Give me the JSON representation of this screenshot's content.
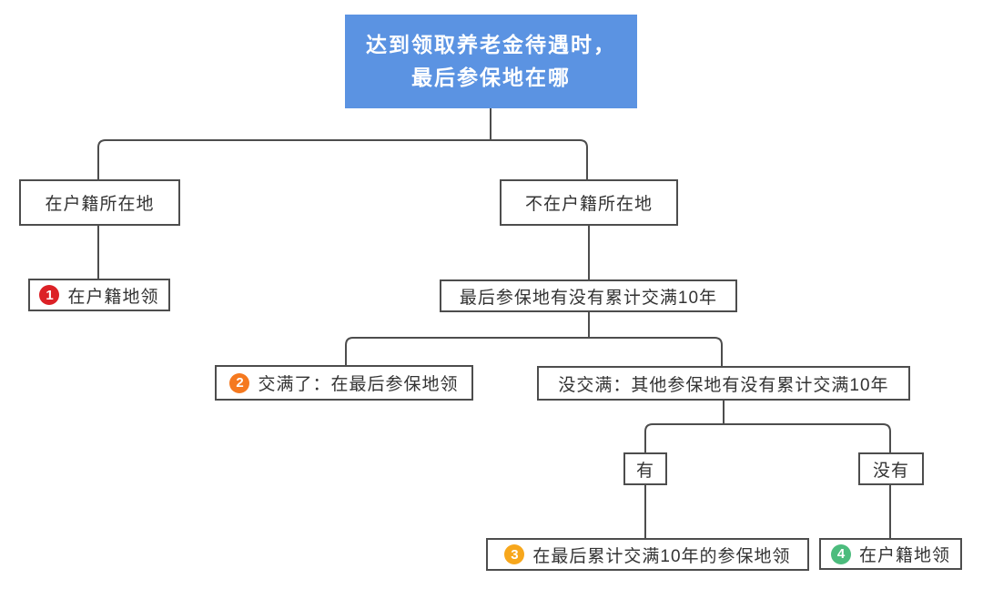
{
  "title": {
    "line1": "达到领取养老金待遇时，",
    "line2": "最后参保地在哪"
  },
  "nodes": {
    "at_hukou": {
      "label": "在户籍所在地"
    },
    "not_at_hukou": {
      "label": "不在户籍所在地"
    },
    "last_place_10y": {
      "label": "最后参保地有没有累计交满10年"
    },
    "other_place_10y": {
      "label": "没交满：其他参保地有没有累计交满10年"
    },
    "has": {
      "label": "有"
    },
    "has_not": {
      "label": "没有"
    },
    "result1": {
      "num": "1",
      "label": "在户籍地领",
      "badge_color": "#dc2126"
    },
    "result2": {
      "num": "2",
      "label": "交满了：在最后参保地领",
      "badge_color": "#f5791f"
    },
    "result3": {
      "num": "3",
      "label": "在最后累计交满10年的参保地领",
      "badge_color": "#f7a71c"
    },
    "result4": {
      "num": "4",
      "label": "在户籍地领",
      "badge_color": "#4cbc7d"
    }
  },
  "colors": {
    "header_bg": "#5b93e2",
    "header_text": "#ffffff",
    "box_border": "#4d4d4d",
    "box_text": "#333333",
    "connector": "#4d4d4d",
    "background": "#ffffff"
  }
}
